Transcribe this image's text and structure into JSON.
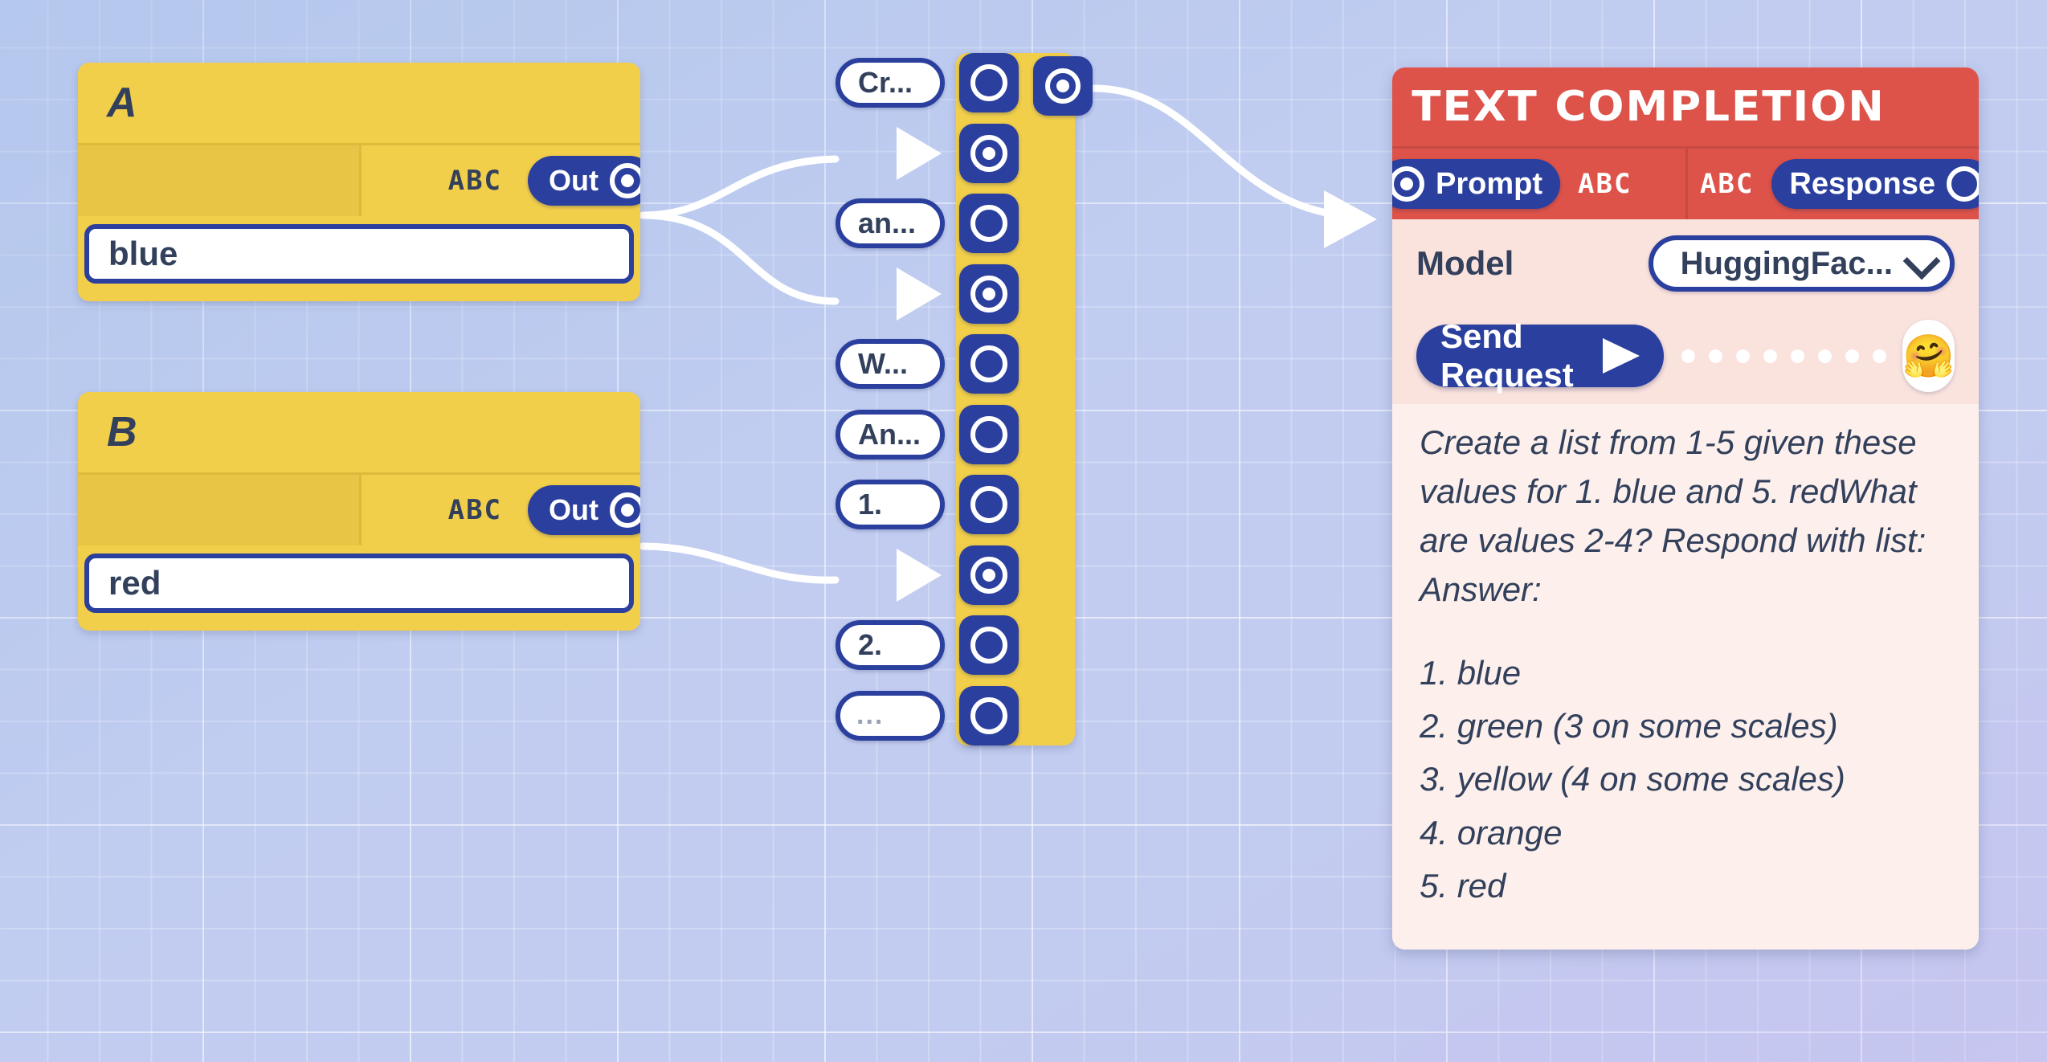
{
  "theme": {
    "canvas_bg": "#c2cdf0",
    "node_yellow": "#f2cf4a",
    "accent_blue": "#2b3f9e",
    "node_red": "#dd5249",
    "panel_pink": "#fdf0ec",
    "text_dark": "#32405c",
    "wire_white": "#ffffff"
  },
  "nodes": {
    "a": {
      "title": "A",
      "type_label": "ABC",
      "out_label": "Out",
      "value": "blue"
    },
    "b": {
      "title": "B",
      "type_label": "ABC",
      "out_label": "Out",
      "value": "red"
    }
  },
  "builder": {
    "rows": [
      {
        "kind": "pill",
        "label": "Cr...",
        "port": "empty"
      },
      {
        "kind": "arrow",
        "label": "",
        "port": "filled"
      },
      {
        "kind": "pill",
        "label": "an...",
        "port": "empty"
      },
      {
        "kind": "arrow",
        "label": "",
        "port": "filled"
      },
      {
        "kind": "pill",
        "label": "W...",
        "port": "empty"
      },
      {
        "kind": "pill",
        "label": "An...",
        "port": "empty"
      },
      {
        "kind": "pill",
        "label": "1.",
        "port": "empty"
      },
      {
        "kind": "arrow",
        "label": "",
        "port": "filled"
      },
      {
        "kind": "pill",
        "label": "2.",
        "port": "empty"
      },
      {
        "kind": "pill",
        "label": "...",
        "port": "empty",
        "muted": true
      }
    ],
    "output_port": "filled"
  },
  "text_completion": {
    "title": "TEXT COMPLETION",
    "input": {
      "label": "Prompt",
      "type_label": "ABC",
      "port": "filled"
    },
    "output": {
      "label": "Response",
      "type_label": "ABC",
      "port": "empty"
    },
    "model": {
      "label": "Model",
      "selected": "HuggingFac...",
      "chevron": "chevron-down-icon"
    },
    "action": {
      "send_label": "Send Request",
      "send_icon": "paper-plane-icon",
      "progress_dots": 8,
      "provider_badge": "🤗"
    },
    "prompt_text": "Create a list from 1-5 given these values for 1. blue and 5. redWhat are values 2-4? Respond with list: Answer:",
    "response_lines": [
      "1. blue",
      "2. green (3 on some scales)",
      "3. yellow (4 on some scales)",
      "4. orange",
      "5. red"
    ]
  }
}
